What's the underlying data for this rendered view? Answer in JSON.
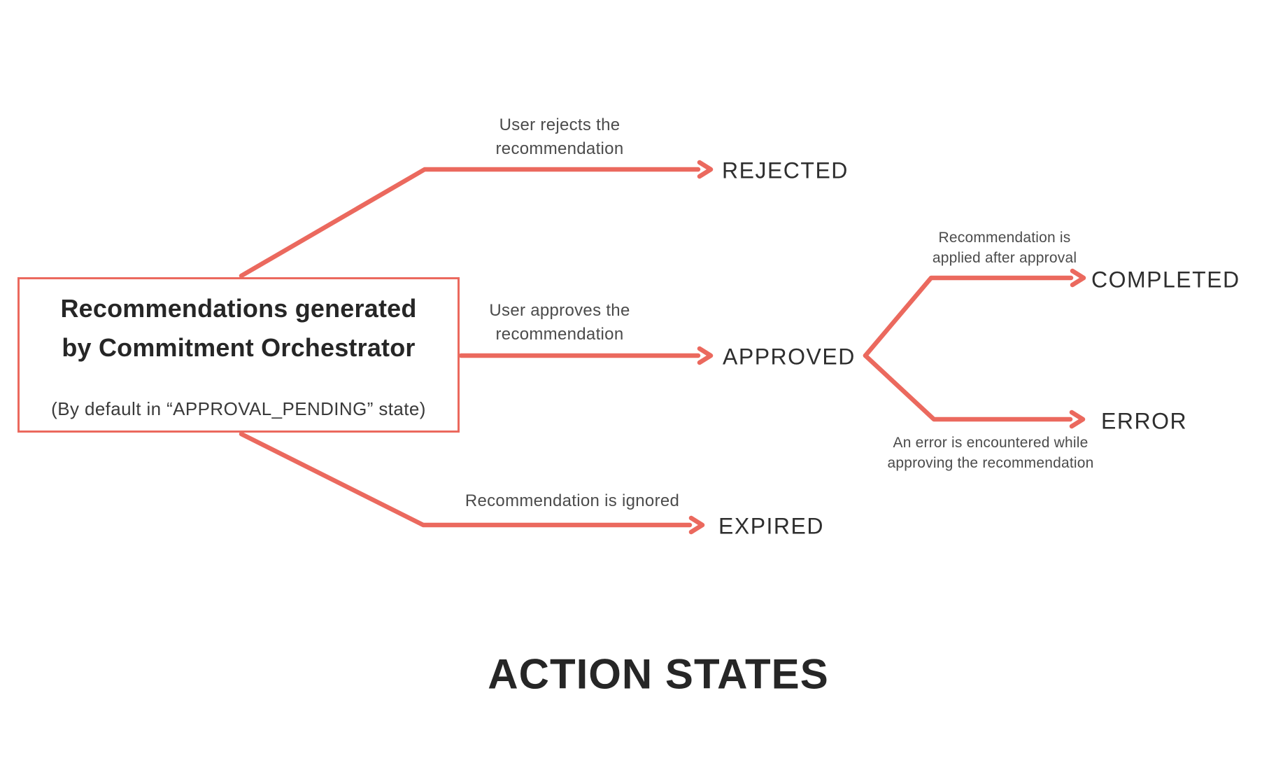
{
  "colors": {
    "accent": "#EB695E",
    "text-dark": "#2E2E2E",
    "text-soft": "#4B4B4B",
    "title-color": "#262626"
  },
  "origin_box": {
    "title_line1": "Recommendations generated",
    "title_line2": "by Commitment Orchestrator",
    "subtitle": "(By default in “APPROVAL_PENDING” state)"
  },
  "states": {
    "rejected": "REJECTED",
    "approved": "APPROVED",
    "completed": "COMPLETED",
    "error": "ERROR",
    "expired": "EXPIRED"
  },
  "transitions": {
    "rejected_label": "User rejects the\nrecommendation",
    "approved_label": "User approves the\nrecommendation",
    "expired_label": "Recommendation is ignored",
    "completed_label": "Recommendation is\napplied after approval",
    "error_label": "An error is encountered while\napproving the recommendation"
  },
  "diagram_title": "ACTION STATES"
}
